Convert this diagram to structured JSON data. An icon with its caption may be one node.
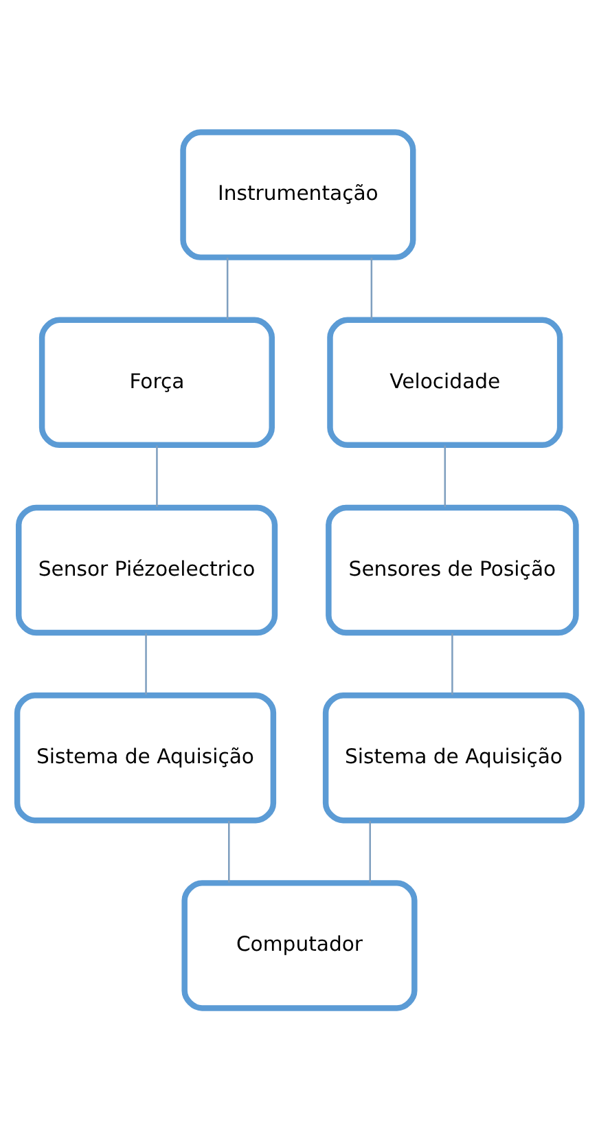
{
  "diagram": {
    "nodes": [
      {
        "text": [
          "Instrumentação"
        ]
      },
      {
        "text": [
          "Força"
        ]
      },
      {
        "text": [
          "Velocidade"
        ]
      },
      {
        "text": [
          "Sensor Piézoelectrico"
        ]
      },
      {
        "text": [
          "Sensores de Posição"
        ]
      },
      {
        "text": [
          "Sistema de Aquisição"
        ]
      },
      {
        "text": [
          "Sistema de Aquisição"
        ]
      },
      {
        "text": [
          "Computador"
        ]
      }
    ],
    "edges": [
      {
        "from": 0,
        "to": 1,
        "arrow": "none"
      },
      {
        "from": 0,
        "to": 2,
        "arrow": "none"
      },
      {
        "from": 1,
        "to": 3,
        "arrow": "none"
      },
      {
        "from": 2,
        "to": 4,
        "arrow": "none"
      },
      {
        "from": 3,
        "to": 5,
        "arrow": "none"
      },
      {
        "from": 4,
        "to": 6,
        "arrow": "none"
      },
      {
        "from": 5,
        "to": 7,
        "arrow": "none"
      },
      {
        "from": 6,
        "to": 7,
        "arrow": "none"
      }
    ]
  }
}
